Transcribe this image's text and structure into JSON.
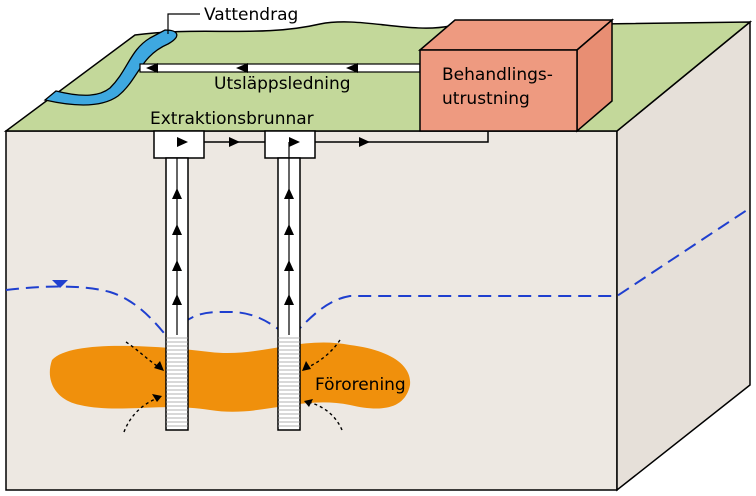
{
  "labels": {
    "watercourse": "Vattendrag",
    "discharge_line": "Utsläppsledning",
    "treatment_line1": "Behandlings-",
    "treatment_line2": "utrustning",
    "extraction_wells": "Extraktionsbrunnar",
    "contamination": "Förorening"
  },
  "colors": {
    "surface_green": "#c3d89a",
    "block_front": "#ede8e2",
    "block_side": "#e6e0d9",
    "stream_blue": "#3ea8e0",
    "treatment_box": "#ee9a80",
    "contamination_orange": "#f0900c",
    "water_table_blue": "#1f3fcf",
    "outline": "#000000"
  }
}
